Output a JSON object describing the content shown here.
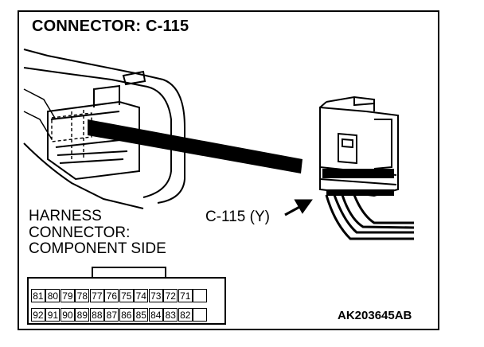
{
  "title": "CONNECTOR: C-115",
  "harness_label": {
    "line1": "HARNESS",
    "line2": "CONNECTOR:",
    "line3": "COMPONENT SIDE"
  },
  "callout": "C-115 (Y)",
  "figure_code": "AK203645AB",
  "connector": {
    "top_row": [
      "81",
      "80",
      "79",
      "78",
      "77",
      "76",
      "75",
      "74",
      "73",
      "72",
      "71",
      ""
    ],
    "bottom_row": [
      "92",
      "91",
      "90",
      "89",
      "88",
      "87",
      "86",
      "85",
      "84",
      "83",
      "82",
      ""
    ]
  }
}
